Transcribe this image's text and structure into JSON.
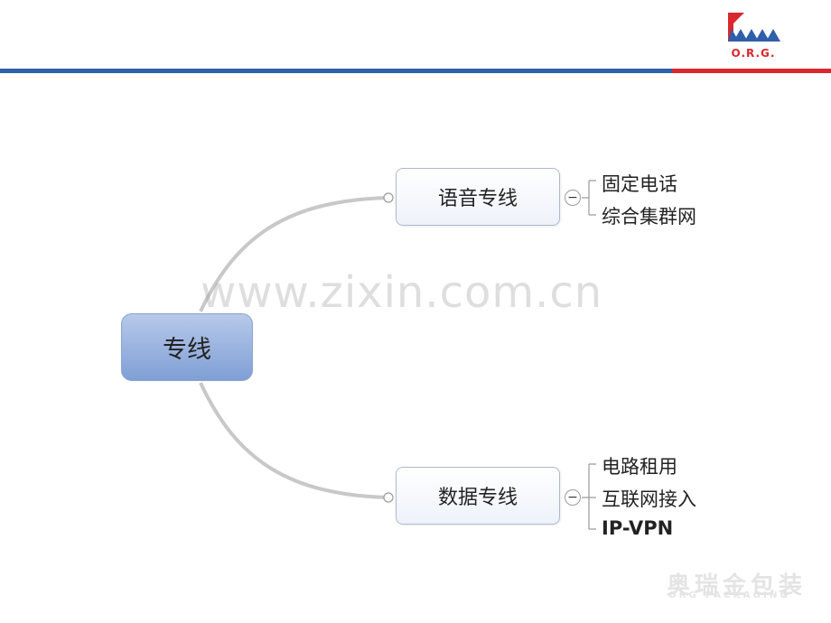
{
  "logo": {
    "text": "O.R.G."
  },
  "mindmap": {
    "root": "专线",
    "branches": [
      {
        "label": "语音专线",
        "toggle": "−",
        "children": [
          "固定电话",
          "综合集群网"
        ]
      },
      {
        "label": "数据专线",
        "toggle": "−",
        "children": [
          "电路租用",
          "互联网接入",
          "IP-VPN"
        ]
      }
    ]
  },
  "watermark": "www.zixin.com.cn",
  "brand": {
    "cn": "奥瑞金包装",
    "en": "ORG PACKAGING"
  },
  "colors": {
    "bar_blue": "#2f5fa8",
    "bar_red": "#d9282f",
    "root_fill": "#8faadc"
  }
}
